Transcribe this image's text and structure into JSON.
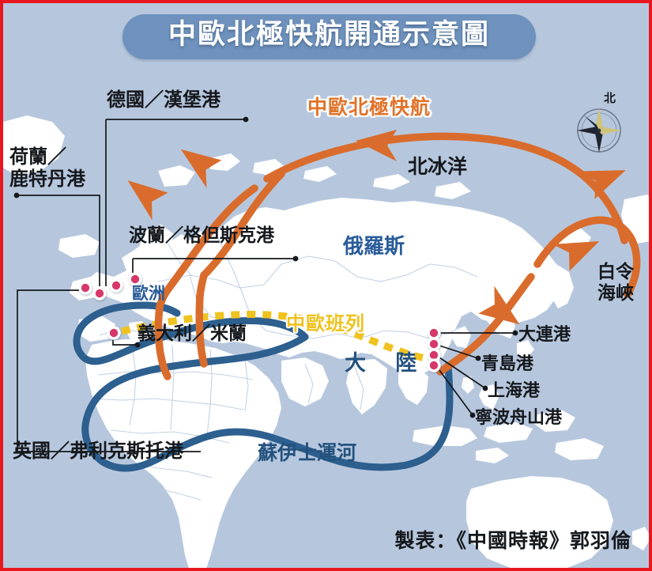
{
  "poster": {
    "title": "中歐北極快航開通示意圖",
    "credit": "製表：《中國時報》郭羽倫",
    "border_color": "#e8171f",
    "background_color": "#b6c7dd",
    "title_pill_color": "#6e92bd"
  },
  "routes": {
    "arctic": {
      "name": "中歐北極快航",
      "color": "#d96c2c",
      "style": "solid-arrow"
    },
    "railway": {
      "name": "中歐班列",
      "color": "#efc21f",
      "style": "dashed"
    },
    "suez": {
      "name": "蘇伊士運河",
      "color": "#2d5f8f",
      "style": "solid"
    }
  },
  "geo_labels": {
    "arctic_ocean": "北冰洋",
    "russia": "俄羅斯",
    "europe": "歐洲",
    "mainland": "大 陸",
    "bering_strait_line1": "白令",
    "bering_strait_line2": "海峽",
    "north": "北"
  },
  "ports": {
    "europe": [
      {
        "label": "德國／漢堡港"
      },
      {
        "label": "荷蘭／",
        "label2": "鹿特丹港"
      },
      {
        "label": "波蘭／格但斯克港"
      },
      {
        "label": "英國／弗利克斯托港"
      },
      {
        "label": "義大利／米蘭"
      }
    ],
    "china": [
      {
        "label": "大連港"
      },
      {
        "label": "青島港"
      },
      {
        "label": "上海港"
      },
      {
        "label": "寧波舟山港"
      }
    ]
  },
  "map": {
    "land_color": "#ffffff",
    "sea_color": "#b6c7dd",
    "marker_color": "#d6386b",
    "marker_ring_color": "#ffffff"
  }
}
